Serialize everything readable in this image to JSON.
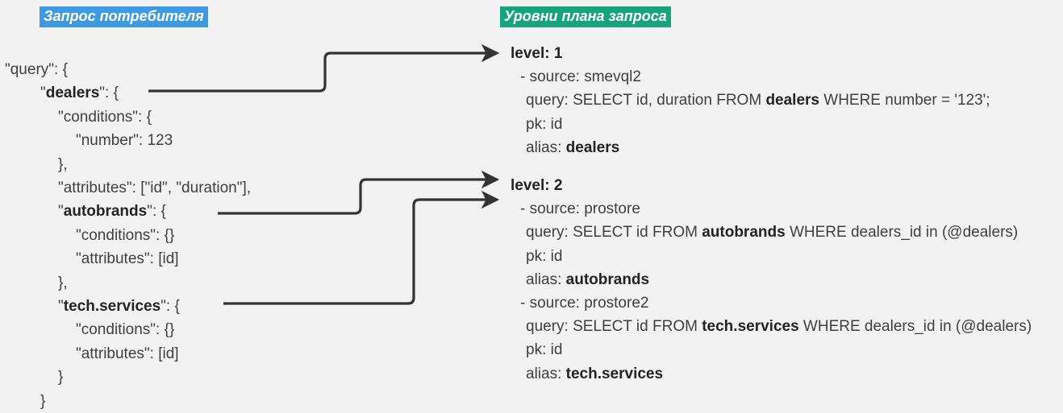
{
  "colors": {
    "background": "#f2f2f2",
    "header_left_bg": "#3d9ae0",
    "header_right_bg": "#17a37c",
    "header_text": "#ffffff",
    "body_text": "#3f3f3f",
    "emphasis_text": "#232323",
    "connector": "#333333"
  },
  "headers": {
    "left": "Запрос потребителя",
    "right": "Уровни плана запроса"
  },
  "consumer_query": {
    "lines": [
      {
        "indent": 0,
        "segments": [
          {
            "t": "\"query\": {",
            "b": false
          }
        ]
      },
      {
        "indent": 2,
        "segments": [
          {
            "t": "\"",
            "b": false
          },
          {
            "t": "dealers",
            "b": true
          },
          {
            "t": "\": {",
            "b": false
          }
        ]
      },
      {
        "indent": 3,
        "segments": [
          {
            "t": "\"conditions\": {",
            "b": false
          }
        ]
      },
      {
        "indent": 4,
        "segments": [
          {
            "t": "\"number\": 123",
            "b": false
          }
        ]
      },
      {
        "indent": 3,
        "segments": [
          {
            "t": "},",
            "b": false
          }
        ]
      },
      {
        "indent": 3,
        "segments": [
          {
            "t": "\"attributes\": [\"id\", \"duration\"],",
            "b": false
          }
        ]
      },
      {
        "indent": 3,
        "segments": [
          {
            "t": "\"",
            "b": false
          },
          {
            "t": "autobrands",
            "b": true
          },
          {
            "t": "\": {",
            "b": false
          }
        ]
      },
      {
        "indent": 4,
        "segments": [
          {
            "t": "\"conditions\": {}",
            "b": false
          }
        ]
      },
      {
        "indent": 4,
        "segments": [
          {
            "t": "\"attributes\": [id]",
            "b": false
          }
        ]
      },
      {
        "indent": 3,
        "segments": [
          {
            "t": "},",
            "b": false
          }
        ]
      },
      {
        "indent": 3,
        "segments": [
          {
            "t": "\"",
            "b": false
          },
          {
            "t": "tech.services",
            "b": true
          },
          {
            "t": "\": {",
            "b": false
          }
        ]
      },
      {
        "indent": 4,
        "segments": [
          {
            "t": "\"conditions\": {}",
            "b": false
          }
        ]
      },
      {
        "indent": 4,
        "segments": [
          {
            "t": "\"attributes\": [id]",
            "b": false
          }
        ]
      },
      {
        "indent": 3,
        "segments": [
          {
            "t": "}",
            "b": false
          }
        ]
      },
      {
        "indent": 2,
        "segments": [
          {
            "t": "}",
            "b": false
          }
        ]
      }
    ]
  },
  "plan_levels": [
    {
      "title": "level: 1",
      "sources": [
        {
          "source_line": "- source: smevql2",
          "query_segments": [
            {
              "t": "query: SELECT id, duration FROM ",
              "b": false
            },
            {
              "t": "dealers",
              "b": true
            },
            {
              "t": " WHERE number = '123';",
              "b": false
            }
          ],
          "pk_line": "pk: id",
          "alias_segments": [
            {
              "t": "alias: ",
              "b": false
            },
            {
              "t": "dealers",
              "b": true
            }
          ]
        }
      ]
    },
    {
      "title": "level: 2",
      "sources": [
        {
          "source_line": "- source: prostore",
          "query_segments": [
            {
              "t": "query: SELECT id FROM ",
              "b": false
            },
            {
              "t": "autobrands",
              "b": true
            },
            {
              "t": " WHERE dealers_id in (@dealers)",
              "b": false
            }
          ],
          "pk_line": "pk: id",
          "alias_segments": [
            {
              "t": "alias: ",
              "b": false
            },
            {
              "t": "autobrands",
              "b": true
            }
          ]
        },
        {
          "source_line": "- source: prostore2",
          "query_segments": [
            {
              "t": "query: SELECT id FROM ",
              "b": false
            },
            {
              "t": "tech.services",
              "b": true
            },
            {
              "t": " WHERE dealers_id in (@dealers)",
              "b": false
            }
          ],
          "pk_line": "pk: id",
          "alias_segments": [
            {
              "t": "alias: ",
              "b": false
            },
            {
              "t": "tech.services",
              "b": true
            }
          ]
        }
      ]
    }
  ],
  "connectors": [
    {
      "name": "dealers-to-level-1",
      "from": "dealers",
      "to": "level: 1"
    },
    {
      "name": "autobrands-to-level-2",
      "from": "autobrands",
      "to": "level: 2"
    },
    {
      "name": "tech-services-to-level-2",
      "from": "tech.services",
      "to": "level: 2"
    }
  ]
}
